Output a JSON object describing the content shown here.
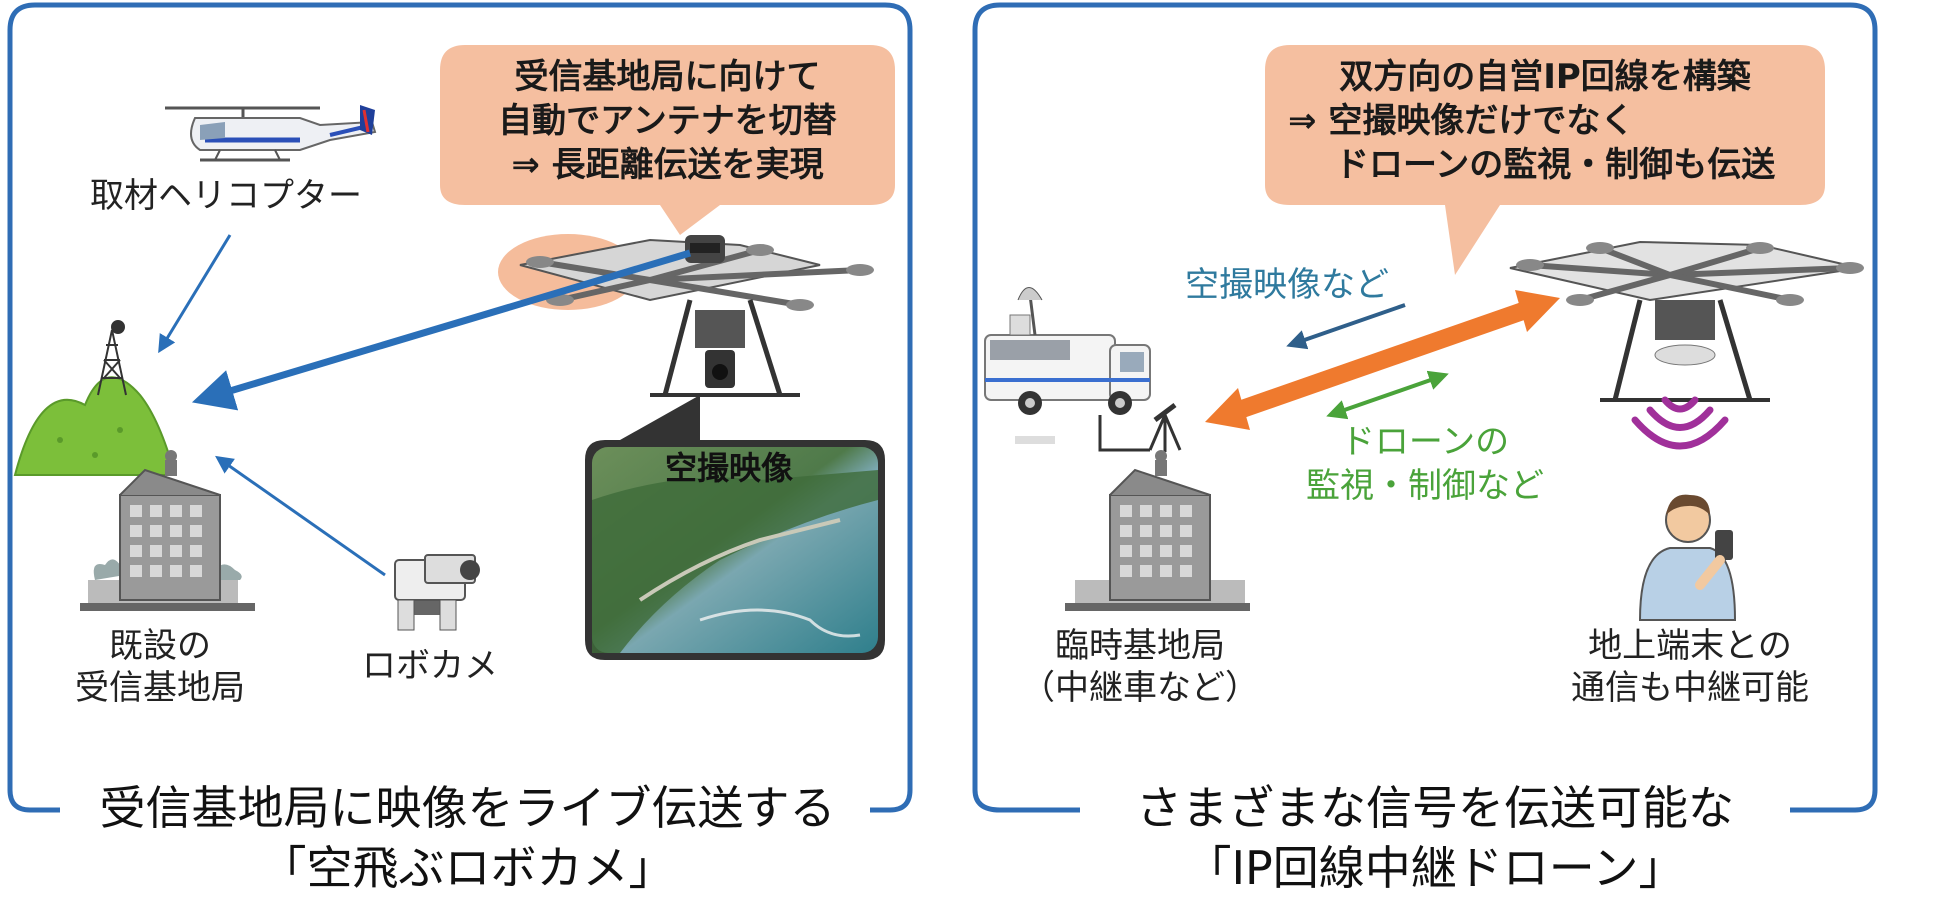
{
  "left_panel": {
    "callout_lines": [
      "受信基地局に向けて",
      "自動でアンテナを切替",
      "⇒ 長距離伝送を実現"
    ],
    "helicopter_label": "取材ヘリコプター",
    "station_label_lines": [
      "既設の",
      "受信基地局"
    ],
    "robocam_label": "ロボカメ",
    "photo_label": "空撮映像",
    "title_lines": [
      "受信基地局に映像をライブ伝送する",
      "「空飛ぶロボカメ」"
    ]
  },
  "right_panel": {
    "callout_lines": [
      "双方向の自営IP回線を構築",
      "⇒ 空撮映像だけでなく",
      "ドローンの監視・制御も伝送"
    ],
    "flow_blue_label": "空撮映像など",
    "flow_green_lines": [
      "ドローンの",
      "監視・制御など"
    ],
    "station_label_lines": [
      "臨時基地局",
      "（中継車など）"
    ],
    "terminal_label_lines": [
      "地上端末との",
      "通信も中継可能"
    ],
    "title_lines": [
      "さまざまな信号を伝送可能な",
      "「IP回線中継ドローン」"
    ]
  },
  "colors": {
    "panel_border": "#2f6db5",
    "callout_fill": "#f5bfa0",
    "arrow_blue": "#2a6fb8",
    "arrow_orange": "#ef7a2e",
    "arrow_green": "#4aa33a",
    "text_blue": "#2f7a9e",
    "signal_purple": "#a0309a",
    "mountain_green": "#7cbf3a"
  }
}
